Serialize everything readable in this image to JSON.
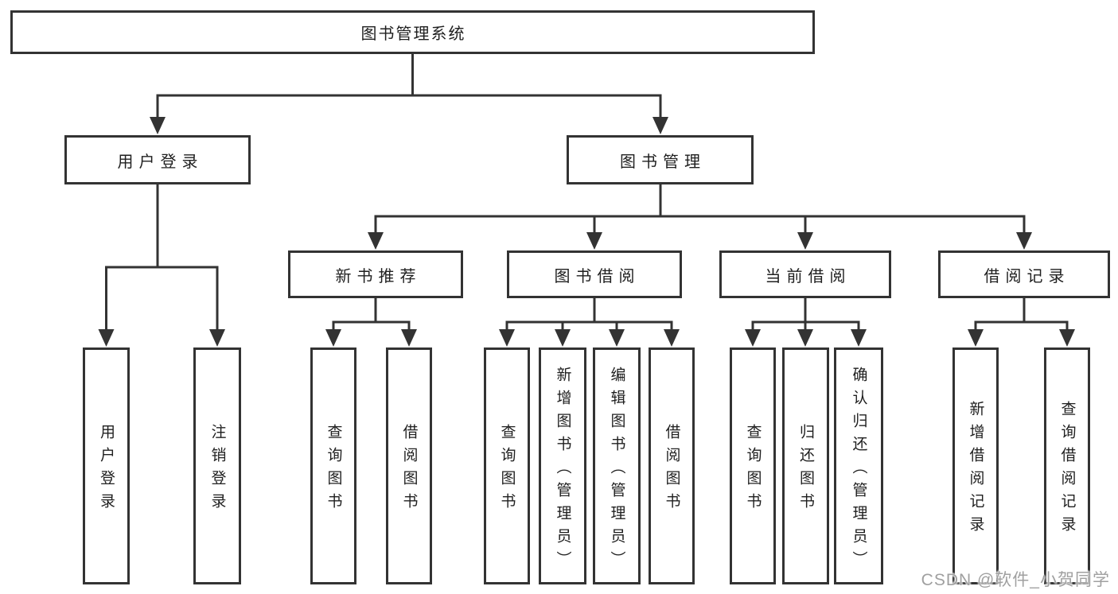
{
  "diagram": {
    "type": "hierarchy-tree",
    "colors": {
      "background": "#ffffff",
      "line": "#333333",
      "box_border": "#333333",
      "box_fill": "#ffffff",
      "text": "#1f1f1f",
      "watermark": "#a0a0a0"
    },
    "nodes": {
      "root": {
        "label": "图书管理系统"
      },
      "user_login": {
        "label": "用户登录"
      },
      "book_management": {
        "label": "图书管理"
      },
      "new_book_recommend": {
        "label": "新书推荐"
      },
      "book_borrow": {
        "label": "图书借阅"
      },
      "current_borrow": {
        "label": "当前借阅"
      },
      "borrow_records": {
        "label": "借阅记录"
      },
      "leaf_user_login": {
        "label": "用户登录"
      },
      "leaf_logout": {
        "label": "注销登录"
      },
      "leaf_nb_query_book": {
        "label": "查询图书"
      },
      "leaf_nb_borrow_book": {
        "label": "借阅图书"
      },
      "leaf_bb_query_book": {
        "label": "查询图书"
      },
      "leaf_bb_add_book": {
        "label": "新增图书（管理员）"
      },
      "leaf_bb_edit_book": {
        "label": "编辑图书（管理员）"
      },
      "leaf_bb_borrow_book": {
        "label": "借阅图书"
      },
      "leaf_cb_query_book": {
        "label": "查询图书"
      },
      "leaf_cb_return_book": {
        "label": "归还图书"
      },
      "leaf_cb_confirm_return": {
        "label": "确认归还（管理员）"
      },
      "leaf_br_add_record": {
        "label": "新增借阅记录"
      },
      "leaf_br_query_record": {
        "label": "查询借阅记录"
      }
    },
    "hierarchy": {
      "图书管理系统": {
        "用户登录": [
          "用户登录",
          "注销登录"
        ],
        "图书管理": {
          "新书推荐": [
            "查询图书",
            "借阅图书"
          ],
          "图书借阅": [
            "查询图书",
            "新增图书（管理员）",
            "编辑图书（管理员）",
            "借阅图书"
          ],
          "当前借阅": [
            "查询图书",
            "归还图书",
            "确认归还（管理员）"
          ],
          "借阅记录": [
            "新增借阅记录",
            "查询借阅记录"
          ]
        }
      }
    },
    "watermark": {
      "text": "CSDN @软件_小贺同学"
    }
  }
}
